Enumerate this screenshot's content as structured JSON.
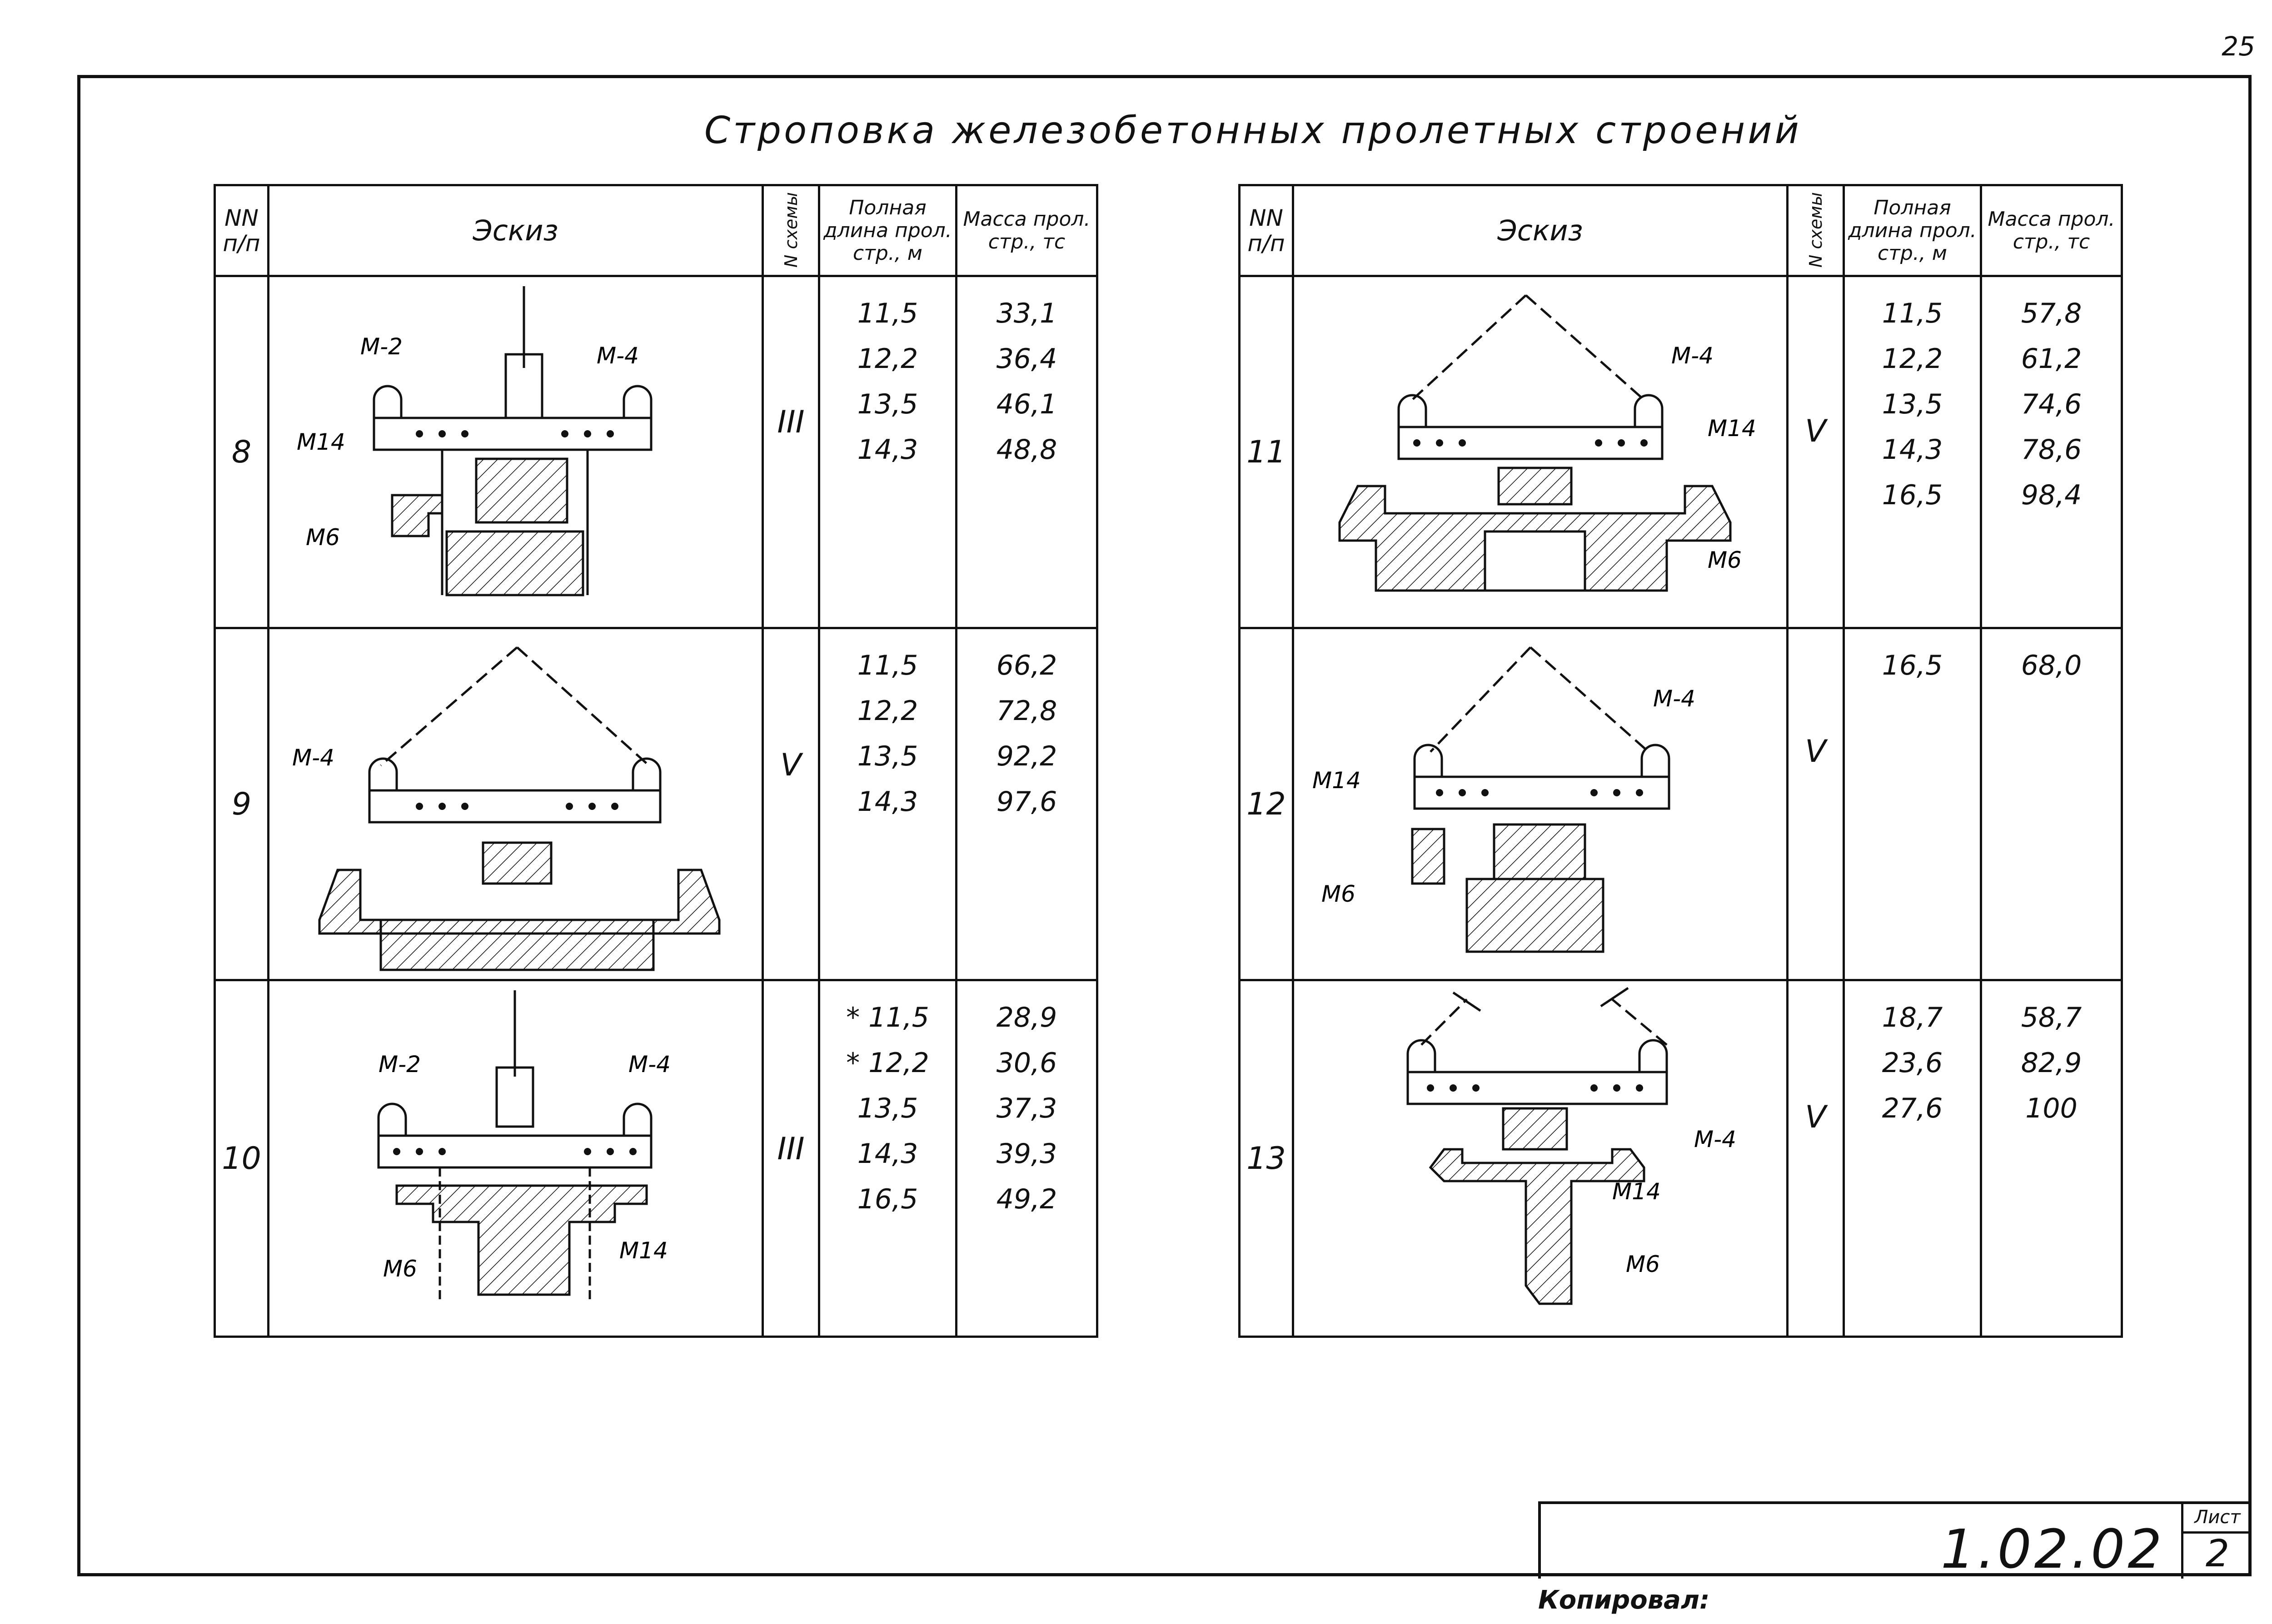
{
  "page_number": "25",
  "title": "Строповка железобетонных пролетных строений",
  "table_headers": {
    "num": "NN п/п",
    "sketch": "Эскиз",
    "scheme": "N схемы",
    "length": "Полная длина прол. стр., м",
    "mass": "Масса прол. стр., тс"
  },
  "left_rows": [
    {
      "num": "8",
      "scheme": "III",
      "lengths": [
        "11,5",
        "12,2",
        "13,5",
        "14,3"
      ],
      "masses": [
        "33,1",
        "36,4",
        "46,1",
        "48,8"
      ],
      "labels": {
        "a": "М-2",
        "b": "М-4",
        "c": "М14",
        "d": "М6"
      }
    },
    {
      "num": "9",
      "scheme": "V",
      "lengths": [
        "11,5",
        "12,2",
        "13,5",
        "14,3"
      ],
      "masses": [
        "66,2",
        "72,8",
        "92,2",
        "97,6"
      ],
      "labels": {
        "a": "М-4"
      }
    },
    {
      "num": "10",
      "scheme": "III",
      "lengths": [
        "* 11,5",
        "* 12,2",
        "13,5",
        "14,3",
        "16,5"
      ],
      "masses": [
        "28,9",
        "30,6",
        "37,3",
        "39,3",
        "49,2"
      ],
      "labels": {
        "a": "М-2",
        "b": "М-4",
        "c": "М14",
        "d": "М6"
      }
    }
  ],
  "right_rows": [
    {
      "num": "11",
      "scheme": "V",
      "lengths": [
        "11,5",
        "12,2",
        "13,5",
        "14,3",
        "16,5"
      ],
      "masses": [
        "57,8",
        "61,2",
        "74,6",
        "78,6",
        "98,4"
      ],
      "labels": {
        "a": "М-4",
        "b": "М14",
        "c": "М6"
      }
    },
    {
      "num": "12",
      "scheme": "V",
      "lengths": [
        "16,5"
      ],
      "masses": [
        "68,0"
      ],
      "labels": {
        "a": "М-4",
        "b": "М14",
        "c": "М6"
      }
    },
    {
      "num": "13",
      "scheme": "V",
      "lengths": [
        "18,7",
        "23,6",
        "27,6"
      ],
      "masses": [
        "58,7",
        "82,9",
        "100"
      ],
      "labels": {
        "a": "М-4",
        "b": "М14",
        "c": "М6"
      }
    }
  ],
  "stamp": {
    "code": "1.02.02",
    "sheet_label": "Лист",
    "sheet_number": "2"
  },
  "copied_by": "Копировал:"
}
